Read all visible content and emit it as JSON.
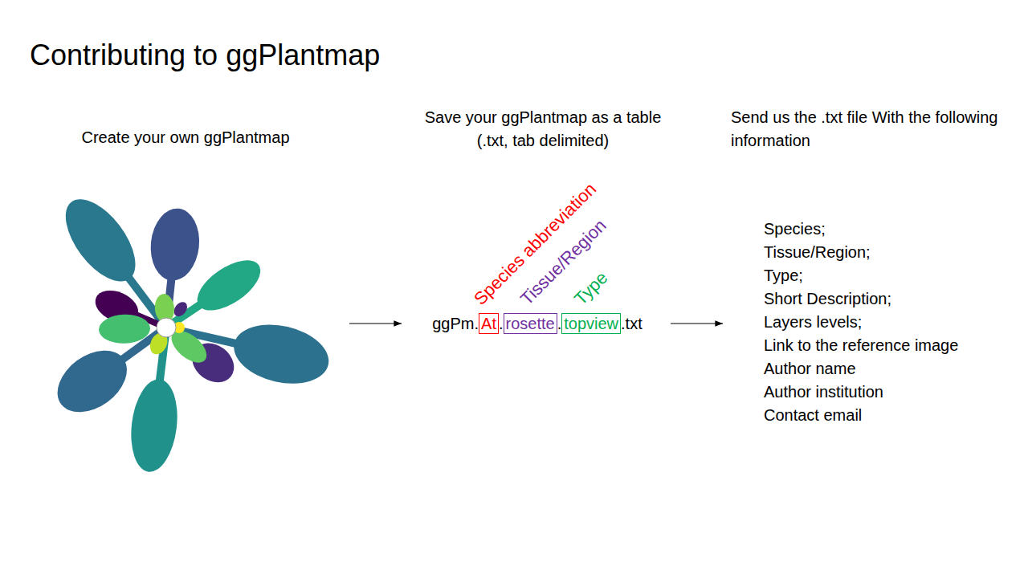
{
  "diagram": {
    "title": "Contributing to ggPlantmap",
    "nodes": [
      {
        "text": [
          "At"
        ]
      },
      {
        "text": [
          "rosette"
        ]
      },
      {
        "text": [
          "topview"
        ]
      }
    ],
    "labels": [
      "Create your own ggPlantmap",
      "Save your ggPlantmap as a table (.txt, tab delimited)",
      "Send us the .txt file With the following information",
      "Species abbreviation",
      "Tissue/Region",
      "Type",
      "ggPm.",
      ".",
      ".",
      ".txt",
      "Species;",
      "Tissue/Region;",
      "Type;",
      "Short Description;",
      "Layers levels;",
      "Link to the reference image",
      "Author name",
      "Author institution",
      "Contact email"
    ]
  }
}
